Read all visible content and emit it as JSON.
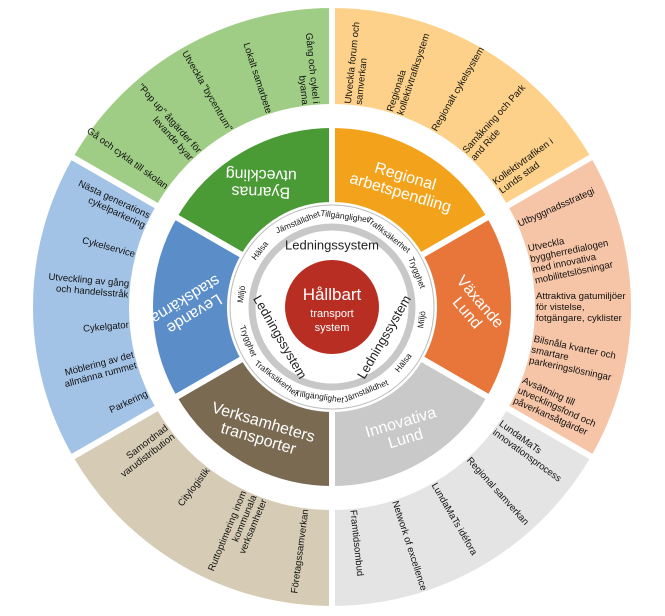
{
  "center": {
    "title": "Hållbart",
    "line2": "transport",
    "line3": "system"
  },
  "system_label": "Ledningssystem",
  "ring_labels": [
    "Tillgänglighet",
    "Trafiksäkerhet",
    "Trygghet",
    "Miljö",
    "Hälsa",
    "Jämställdhet",
    "Tillgänglighet",
    "Trafiksäkerhet",
    "Trygghet",
    "Miljö",
    "Hälsa",
    "Jämställdhet"
  ],
  "sectors": [
    {
      "id": "regional",
      "title": [
        "Regional",
        "arbetspendling"
      ],
      "color": "#f2a31b",
      "outer_color": "#fdd189",
      "items": [
        [
          "Utveckla forum och",
          "samverkan"
        ],
        [
          "Regionala",
          "kollektivtrafiksystem"
        ],
        [
          "Regionalt cykelsystem"
        ],
        [
          "Samåkning och Park",
          "and Ride"
        ],
        [
          "Kollektivtrafiken i",
          "Lunds stad"
        ]
      ]
    },
    {
      "id": "vaxande",
      "title": [
        "Växande",
        "Lund"
      ],
      "color": "#e8753a",
      "outer_color": "#f6c4a6",
      "items": [
        [
          "Utbyggnadsstrategi"
        ],
        [
          "Utveckla",
          "byggherredialogen",
          "med innovativa",
          "mobilitetslösningar"
        ],
        [
          "Attraktiva gatumiljöer",
          "för vistelse,",
          "fotgängare, cyklister"
        ],
        [
          "Bilsnåla kvarter och",
          "smartare",
          "parkeringslösningar"
        ],
        [
          "Avsättning till",
          "utvecklingsfond och",
          "påverkansåtgärder"
        ]
      ]
    },
    {
      "id": "innovativa",
      "title": [
        "Innovativa",
        "Lund"
      ],
      "color": "#c9c9c9",
      "outer_color": "#e4e4e4",
      "items": [
        [
          "LundaMaTs",
          "innovationsprocess"
        ],
        [
          "Regional samverkan"
        ],
        [
          "LundaMaTs idéfora"
        ],
        [
          "Network of excellence"
        ],
        [
          "Framtidsombud"
        ]
      ]
    },
    {
      "id": "verksamheters",
      "title": [
        "Verksamheters",
        "transporter"
      ],
      "color": "#7b6a52",
      "outer_color": "#d6cbb4",
      "items": [
        [
          "Företagssamverkan"
        ],
        [
          "Ruttoptimering inom",
          "kommunala",
          "verksamheter"
        ],
        [
          "Citylogistik"
        ],
        [
          "Samordnad",
          "varudistribution"
        ]
      ]
    },
    {
      "id": "levande",
      "title": [
        "Levande",
        "stadskärna"
      ],
      "color": "#5b8ec9",
      "outer_color": "#a3c3e6",
      "items": [
        [
          "Parkering"
        ],
        [
          "Möblering av det",
          "allmänna rummet"
        ],
        [
          "Cykelgator"
        ],
        [
          "Utveckling av gång",
          "och handelsstråk"
        ],
        [
          "Cykelservice"
        ],
        [
          "Nästa generations",
          "cykelparkering"
        ]
      ]
    },
    {
      "id": "byarnas",
      "title": [
        "Byarnas",
        "utveckling"
      ],
      "color": "#4a9a35",
      "outer_color": "#9fcd85",
      "items": [
        [
          "Gå och cykla till skolan"
        ],
        [
          "\"Pop up\" åtgärder för",
          "levande byar"
        ],
        [
          "Utveckla \"bycentrum\""
        ],
        [
          "Lokalt samarbete"
        ],
        [
          "Gång och cykel i",
          "byarna"
        ]
      ]
    }
  ]
}
